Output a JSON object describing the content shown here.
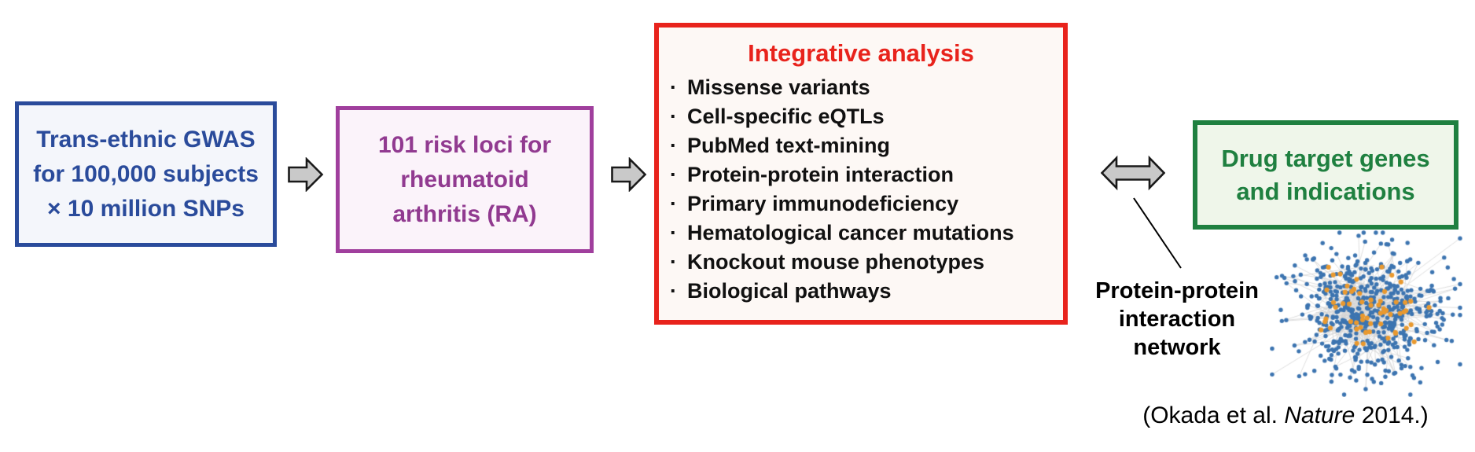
{
  "flow": {
    "gwas_box": {
      "lines": [
        "Trans-ethnic GWAS",
        "for 100,000 subjects",
        "× 10 million SNPs"
      ],
      "border_color": "#2a4b9b",
      "text_color": "#2a4b9b",
      "bg_color": "#f4f6fb"
    },
    "risk_box": {
      "lines": [
        "101 risk loci for",
        "rheumatoid",
        "arthritis (RA)"
      ],
      "border_color": "#a03f9d",
      "text_color": "#913a90",
      "bg_color": "#fbf3fa"
    },
    "integrative_box": {
      "title": "Integrative analysis",
      "title_color": "#e8231c",
      "border_color": "#e8231c",
      "bg_color": "#fdf8f5",
      "bullet": "·",
      "items": [
        "Missense variants",
        "Cell-specific eQTLs",
        "PubMed text-mining",
        "Protein-protein interaction",
        "Primary immunodeficiency",
        "Hematological cancer mutations",
        "Knockout mouse phenotypes",
        "Biological pathways"
      ]
    },
    "drug_box": {
      "lines": [
        "Drug target genes",
        "and indications"
      ],
      "border_color": "#1f8040",
      "text_color": "#1f8040",
      "bg_color": "#eff6ea"
    }
  },
  "arrows": {
    "fill": "#c9c9c9",
    "stroke": "#1a1a1a"
  },
  "network": {
    "label_lines": [
      "Protein-protein",
      "interaction",
      "network"
    ],
    "node_color_primary": "#3c74b0",
    "node_color_highlight": "#e9992f",
    "edge_color": "#d6d6d6",
    "node_count_primary": 560,
    "node_count_highlight": 58,
    "edge_count": 340,
    "seed": 42
  },
  "citation": {
    "prefix": "(Okada et al. ",
    "journal": "Nature",
    "suffix": " 2014.)"
  }
}
